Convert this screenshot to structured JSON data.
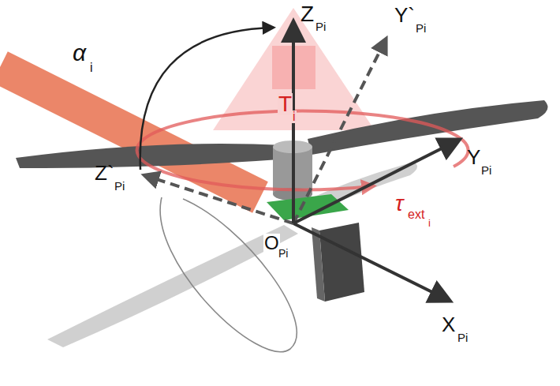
{
  "diagram": {
    "labels": [
      "α",
      "i",
      "Z",
      "Pi",
      "Y`",
      "Pi",
      "T",
      "i",
      "Y",
      "Pi",
      "τ",
      "ext",
      "i",
      "Z`",
      "Pi",
      "O",
      "Pi",
      "X",
      "Pi"
    ]
  }
}
